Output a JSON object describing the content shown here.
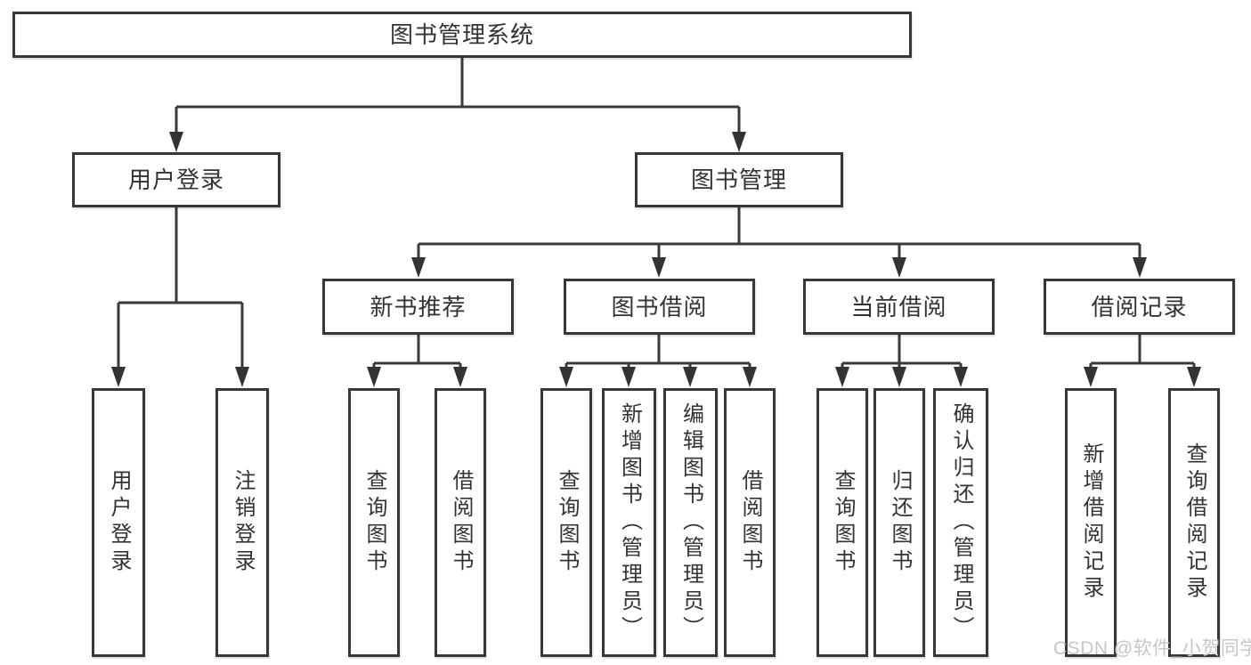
{
  "tree": {
    "root": {
      "label": "图书管理系统"
    },
    "branches": [
      {
        "label": "用户登录",
        "children": [
          {
            "label": "用户登录"
          },
          {
            "label": "注销登录"
          }
        ]
      },
      {
        "label": "图书管理",
        "children": [
          {
            "label": "新书推荐",
            "children": [
              {
                "label": "查询图书"
              },
              {
                "label": "借阅图书"
              }
            ]
          },
          {
            "label": "图书借阅",
            "children": [
              {
                "label": "查询图书"
              },
              {
                "label": "新增图书（管理员）"
              },
              {
                "label": "编辑图书（管理员）"
              },
              {
                "label": "借阅图书"
              }
            ]
          },
          {
            "label": "当前借阅",
            "children": [
              {
                "label": "查询图书"
              },
              {
                "label": "归还图书"
              },
              {
                "label": "确认归还（管理员）"
              }
            ]
          },
          {
            "label": "借阅记录",
            "children": [
              {
                "label": "新增借阅记录"
              },
              {
                "label": "查询借阅记录"
              }
            ]
          }
        ]
      }
    ]
  },
  "watermark": {
    "text": "CSDN @软件_小贺同学"
  },
  "colors": {
    "line": "#3a3a3a",
    "box_border": "#373737",
    "box_fill": "#ffffff",
    "text": "#333333",
    "watermark": "#cbc4c8"
  }
}
